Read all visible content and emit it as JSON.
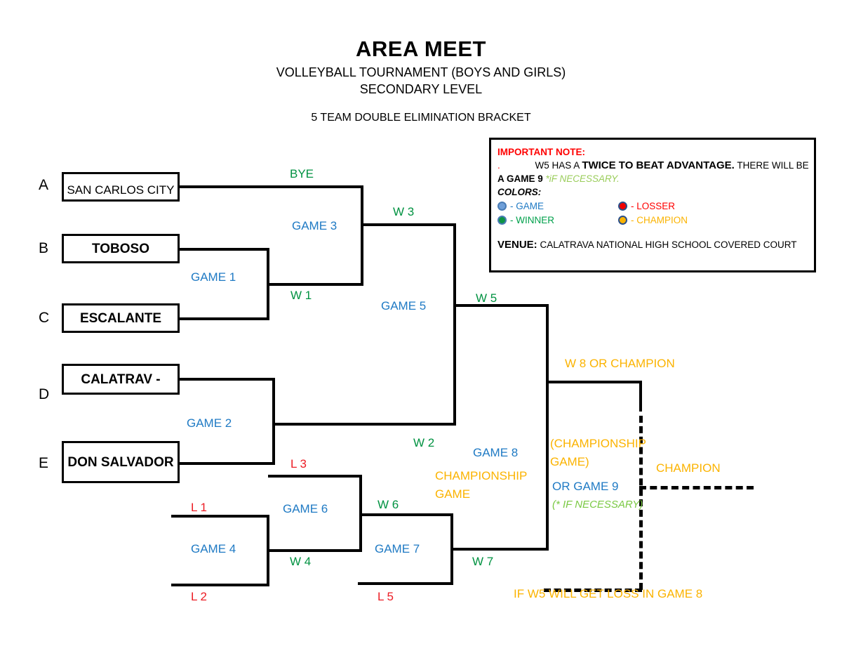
{
  "header": {
    "title": "AREA MEET",
    "subtitle1": "VOLLEYBALL TOURNAMENT (BOYS AND GIRLS)",
    "subtitle2": "SECONDARY LEVEL",
    "bracket_type": "5 TEAM DOUBLE ELIMINATION BRACKET"
  },
  "seeds": {
    "a": "A",
    "b": "B",
    "c": "C",
    "d": "D",
    "e": "E"
  },
  "teams": {
    "a": "SAN CARLOS CITY",
    "b": "TOBOSO",
    "c": "ESCALANTE",
    "d": "CALATRAV -",
    "e": "DON SALVADOR"
  },
  "labels": {
    "bye": "BYE",
    "game1": "GAME 1",
    "game2": "GAME 2",
    "game3": "GAME 3",
    "game4": "GAME 4",
    "game5": "GAME 5",
    "game6": "GAME 6",
    "game7": "GAME 7",
    "game8": "GAME 8",
    "game8_sub": "CHAMPIONSHIP GAME",
    "w1": "W 1",
    "w2": "W 2",
    "w3": "W 3",
    "w4": "W 4",
    "w5": "W 5",
    "w6": "W 6",
    "w7": "W 7",
    "l1": "L 1",
    "l2": "L 2",
    "l3": "L 3",
    "l5": "L 5",
    "w8_or_champion": "W 8   OR CHAMPION",
    "championship_game_paren": "(CHAMPIONSHIP GAME)",
    "or_game9": "OR GAME 9",
    "if_necessary": "(* IF NECESSARY)",
    "champion": "CHAMPION",
    "if_w5_loss": "IF W5 WILL GET LOSS IN GAME 8"
  },
  "note": {
    "heading": "IMPORTANT NOTE:",
    "line1_pre": "W5 HAS A ",
    "line1_bold": "TWICE TO BEAT ADVANTAGE.",
    "line1_post": "  THERE WILL BE",
    "line2_pre": "A GAME 9 ",
    "line2_green": "*iF NECESSARY.",
    "colors_heading": "COLORS:",
    "legend": [
      {
        "label": "- GAME",
        "color_key": "game"
      },
      {
        "label": "- LOSSER",
        "color_key": "losser"
      },
      {
        "label": "- WINNER",
        "color_key": "winner"
      },
      {
        "label": "- CHAMPION",
        "color_key": "champion"
      }
    ],
    "venue_label": "VENUE:",
    "venue_value": " CALATRAVA NATIONAL HIGH SCHOOL COVERED COURT"
  },
  "colors": {
    "game": "#1f7ac4",
    "winner": "#00a04b",
    "losser": "#ff0000",
    "champion": "#fbb300",
    "if_necessary": "#7ac943",
    "line": "#000000"
  }
}
